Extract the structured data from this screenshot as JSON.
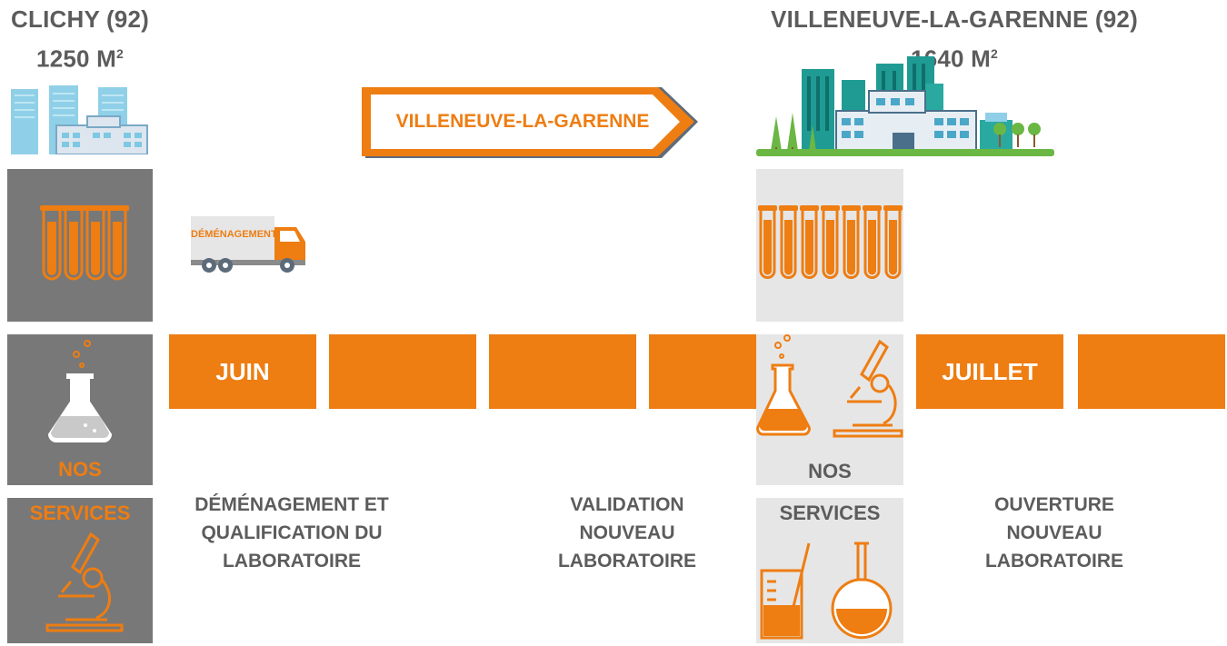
{
  "origin": {
    "city": "CLICHY (92)",
    "area_value": "1250 M",
    "area_sup": "2",
    "services_label_top": "NOS",
    "services_label_bottom": "SERVICES"
  },
  "destination": {
    "city": "VILLENEUVE-LA-GARENNE (92)",
    "area_value": "1640 M",
    "area_sup": "2",
    "services_label_top": "NOS",
    "services_label_bottom": "SERVICES"
  },
  "signpost": {
    "label": "VILLENEUVE-LA-GARENNE"
  },
  "truck": {
    "label": "DÉMÉNAGEMENT"
  },
  "timeline": {
    "months": [
      "JUIN",
      "JUILLET"
    ]
  },
  "steps": [
    {
      "lines": [
        "DÉMÉNAGEMENT ET",
        "QUALIFICATION DU",
        "LABORATOIRE"
      ]
    },
    {
      "lines": [
        "VALIDATION",
        "NOUVEAU",
        "LABORATOIRE"
      ]
    },
    {
      "lines": [
        "OUVERTURE",
        "NOUVEAU",
        "LABORATOIRE"
      ]
    }
  ],
  "colors": {
    "accent": "#ee7d12",
    "dark_box": "#787878",
    "light_box": "#e6e6e6",
    "text": "#5c5c5c",
    "city_blue": "#7ec8e3",
    "city_teal": "#1e8f8a",
    "grass": "#6ab744"
  }
}
